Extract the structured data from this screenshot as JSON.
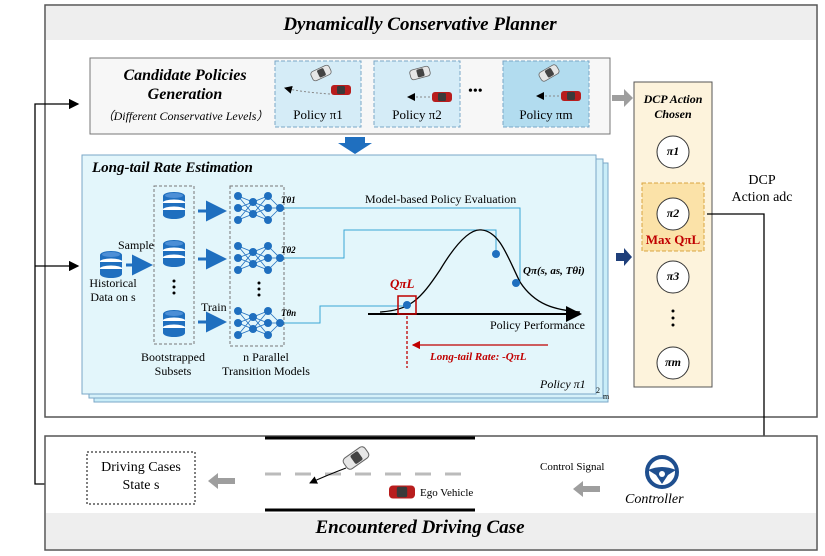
{
  "header": {
    "title": "Dynamically Conservative Planner"
  },
  "candidate": {
    "title_line1": "Candidate Policies",
    "title_line2": "Generation",
    "subtitle": "（Different Conservative Levels）",
    "policies": [
      "Policy π1",
      "Policy π2",
      "Policy πm"
    ],
    "ellipsis": "•••"
  },
  "longtail": {
    "title": "Long-tail Rate Estimation",
    "sample_label": "Sample",
    "train_label": "Train",
    "historical_line1": "Historical",
    "historical_line2": "Data on s",
    "bootstrapped_line1": "Bootstrapped",
    "bootstrapped_line2": "Subsets",
    "models_line1": "n Parallel",
    "models_line2": "Transition Models",
    "model_labels": [
      "Tθ1",
      "Tθ2",
      "Tθn"
    ],
    "evaluation_label": "Model-based Policy Evaluation",
    "q_function_label": "Qπ(s, as, Tθi)",
    "q_left_label": "QπL",
    "performance_label": "Policy Performance",
    "rate_label": "Long-tail Rate: -QπL",
    "policy_tag": "Policy π1",
    "stack_tags": [
      "2",
      "m"
    ]
  },
  "dcp": {
    "title_line1": "DCP Action",
    "title_line2": "Chosen",
    "options": [
      "π1",
      "π2",
      "π3",
      "πm"
    ],
    "max_label": "Max QπL",
    "action_line1": "DCP",
    "action_line2": "Action adc"
  },
  "encounter": {
    "title": "Encountered Driving Case",
    "state_line1": "Driving Cases",
    "state_line2": "State s",
    "ego_label": "Ego Vehicle",
    "control_label": "Control Signal",
    "controller_label": "Controller"
  },
  "colors": {
    "policy_fill": "#d5ecf7",
    "policy_fill_dark": "#b2dcef",
    "longtail_fill": "#e3f6fb",
    "dcp_fill": "#fdf3dc",
    "accent_blue": "#1f6fbf",
    "accent_red": "#c00000",
    "arrow_gray": "#9e9e9e"
  },
  "icons": [
    "car-icon",
    "database-icon",
    "neural-network-icon",
    "steering-wheel-icon"
  ]
}
